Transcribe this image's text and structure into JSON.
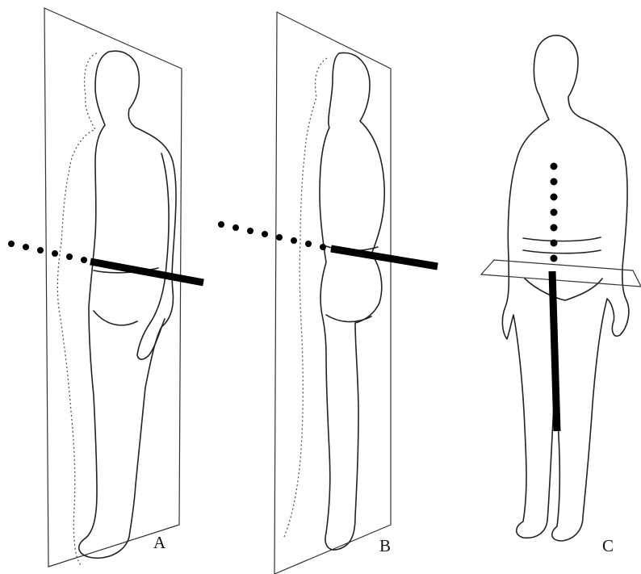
{
  "figure": {
    "panels": [
      {
        "id": "A",
        "label": "A"
      },
      {
        "id": "B",
        "label": "B"
      },
      {
        "id": "C",
        "label": "C"
      }
    ],
    "colors": {
      "line": "#222222",
      "axis": "#000000",
      "background": "#ffffff"
    }
  }
}
